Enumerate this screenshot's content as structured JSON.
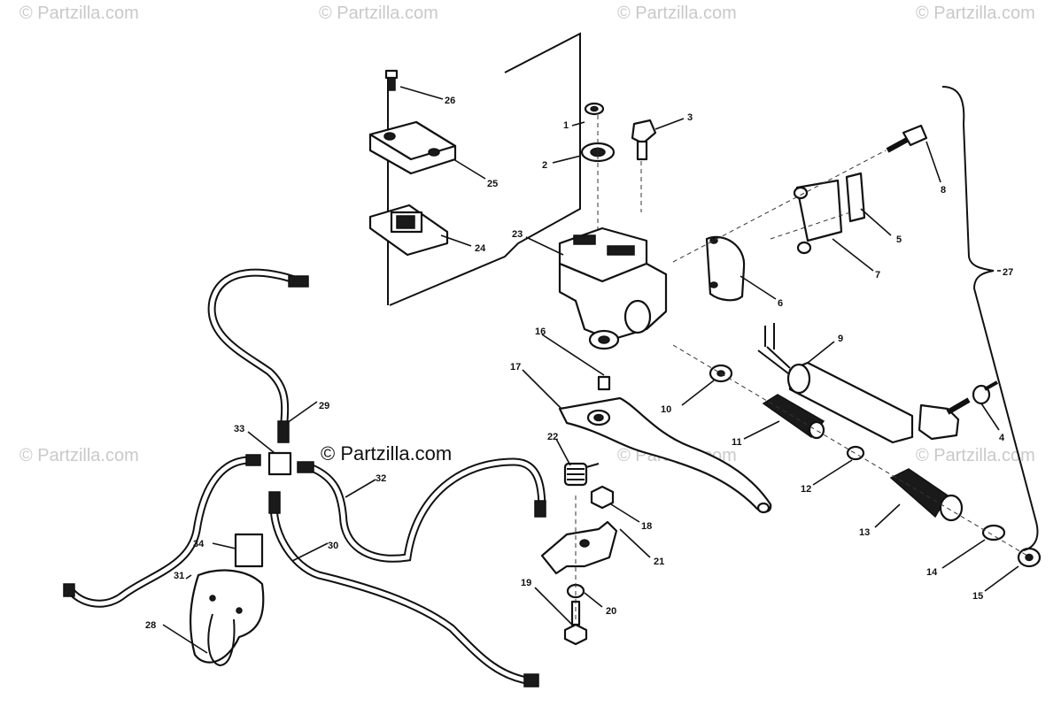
{
  "watermark": "© Partzilla.com",
  "center_watermark": "© Partzilla.com",
  "callouts": [
    "1",
    "2",
    "3",
    "4",
    "5",
    "6",
    "7",
    "8",
    "9",
    "10",
    "11",
    "12",
    "13",
    "14",
    "15",
    "16",
    "17",
    "18",
    "19",
    "20",
    "21",
    "22",
    "23",
    "24",
    "25",
    "26",
    "27",
    "28",
    "29",
    "30",
    "31",
    "32",
    "33",
    "34"
  ]
}
